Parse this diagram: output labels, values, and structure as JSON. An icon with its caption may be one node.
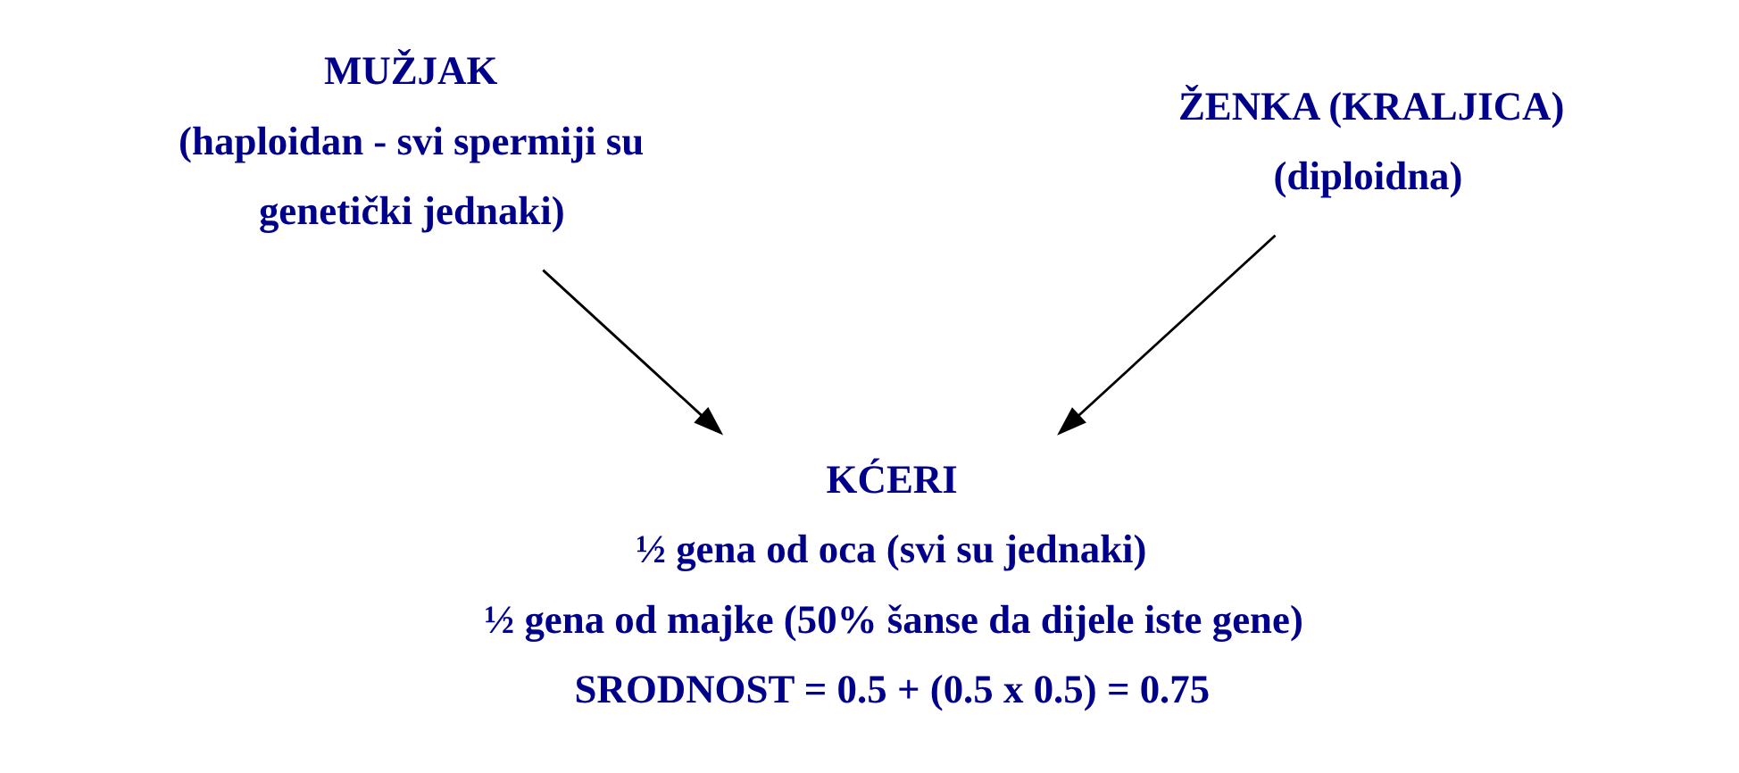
{
  "diagram": {
    "nodes": [
      {
        "text": [
          "MUŽJAK",
          "(haploidan - svi spermiji su genetički jednaki)"
        ]
      },
      {
        "text": [
          "ŽENKA (KRALJICA)",
          "(diploidna)"
        ]
      },
      {
        "text": [
          "KĆERI",
          "½ gena od oca (svi su jednaki)",
          "½ gena od majke (50% šanse da dijele iste gene)",
          "SRODNOST = 0.5 + (0.5 x 0.5) = 0.75"
        ]
      }
    ],
    "edges": [
      {
        "from": 0,
        "to": 2,
        "arrow": "to"
      },
      {
        "from": 1,
        "to": 2,
        "arrow": "to"
      }
    ]
  }
}
